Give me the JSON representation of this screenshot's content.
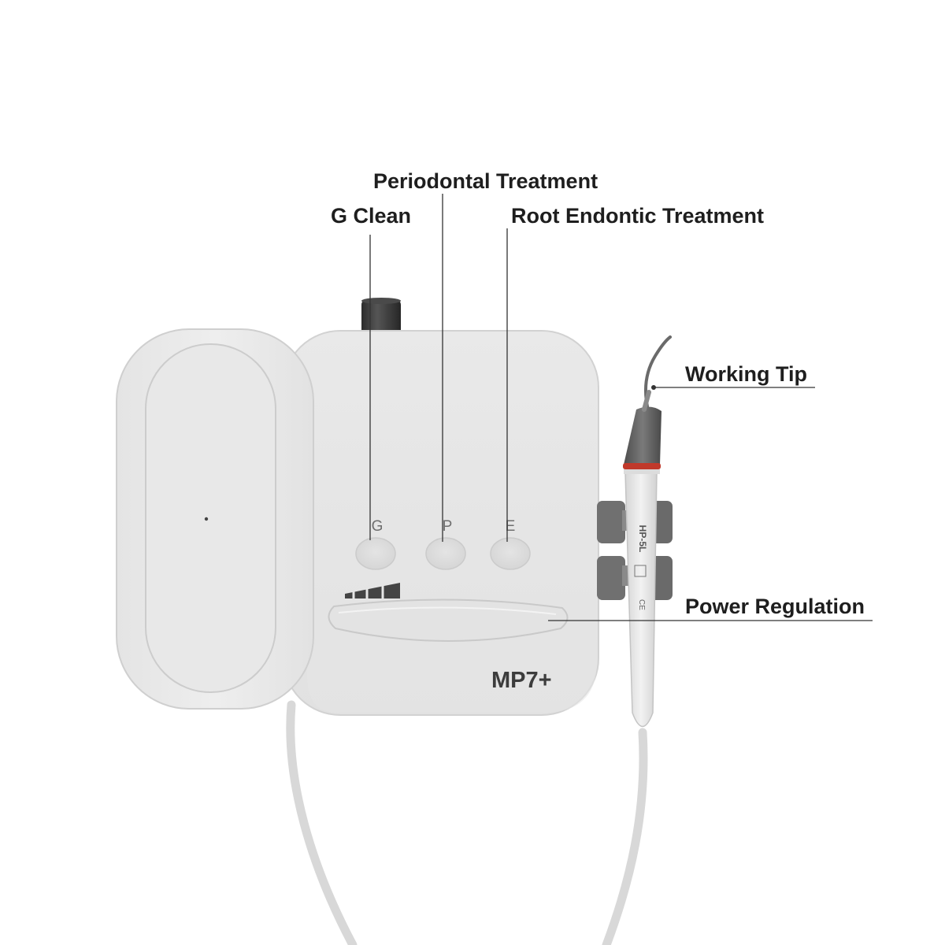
{
  "callouts": {
    "periodontal": "Periodontal Treatment",
    "g_clean": "G Clean",
    "root_endontic": "Root Endontic Treatment",
    "working_tip": "Working Tip",
    "power_regulation": "Power Regulation"
  },
  "device": {
    "model": "MP7+",
    "buttons": [
      "G",
      "P",
      "E"
    ],
    "handpiece_model": "HP-5L",
    "handpiece_marks": "CE"
  },
  "colors": {
    "body": "#ececec",
    "body_shade": "#dedede",
    "knob": "#3a3a3a",
    "holder": "#6b6b6b",
    "handpiece_grip": "#6a6a6a",
    "handpiece_ring": "#c0392b",
    "cable": "#dcdcdc",
    "label_text": "#1e1e1e"
  }
}
